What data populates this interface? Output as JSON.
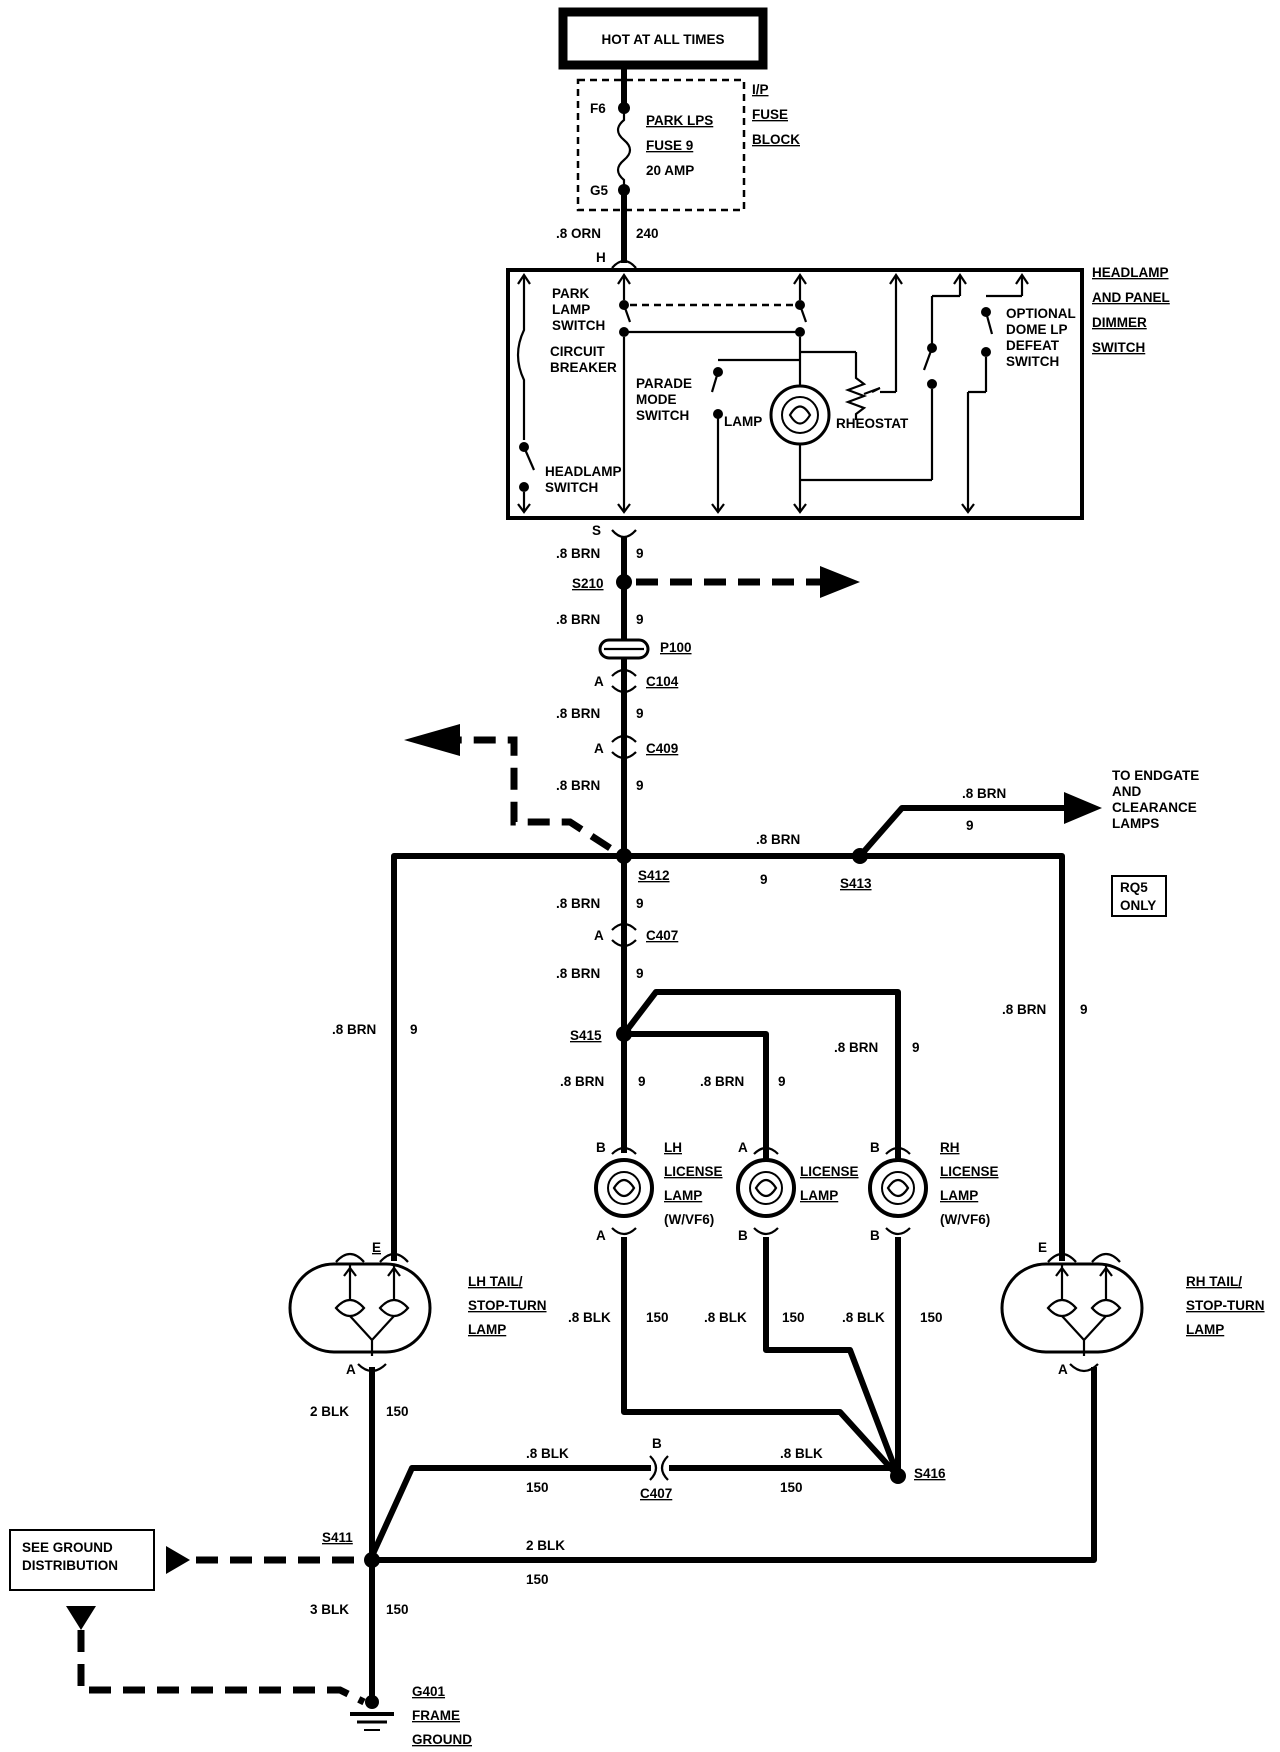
{
  "power_source": "HOT AT ALL TIMES",
  "fuse_block": {
    "name_lines": [
      "I/P",
      "FUSE",
      "BLOCK"
    ],
    "terminal_in": "F6",
    "terminal_out": "G5",
    "fuse_lines": [
      "PARK LPS",
      "FUSE 9",
      "20 AMP"
    ]
  },
  "wire_gauges": {
    "orn": ".8 ORN",
    "brn": ".8 BRN",
    "blk": ".8 BLK",
    "blk2": "2 BLK",
    "blk3": "3 BLK"
  },
  "circuits": {
    "c240": "240",
    "c9": "9",
    "c150": "150"
  },
  "switch_assembly": {
    "name_lines": [
      "HEADLAMP",
      "AND PANEL",
      "DIMMER",
      "SWITCH"
    ],
    "terminal_h": "H",
    "terminal_s": "S",
    "park_lamp_switch": [
      "PARK",
      "LAMP",
      "SWITCH"
    ],
    "circuit_breaker": [
      "CIRCUIT",
      "BREAKER"
    ],
    "parade_mode_switch": [
      "PARADE",
      "MODE",
      "SWITCH"
    ],
    "lamp": "LAMP",
    "rheostat": "RHEOSTAT",
    "dome_switch": [
      "OPTIONAL",
      "DOME LP",
      "DEFEAT",
      "SWITCH"
    ],
    "headlamp_switch": [
      "HEADLAMP",
      "SWITCH"
    ]
  },
  "splices": {
    "s210": "S210",
    "s412": "S412",
    "s413": "S413",
    "s415": "S415",
    "s416": "S416",
    "s411": "S411"
  },
  "connectors": {
    "p100": "P100",
    "c104": "C104",
    "c409": "C409",
    "c407": "C407",
    "pin_a": "A",
    "pin_b": "B",
    "pin_e": "E"
  },
  "endgate": [
    "TO ENDGATE",
    "AND",
    "CLEARANCE",
    "LAMPS"
  ],
  "rq5": [
    "RQ5",
    "ONLY"
  ],
  "lamps": {
    "lh_license": [
      "LH",
      "LICENSE",
      "LAMP",
      "(W/VF6)"
    ],
    "license": [
      "LICENSE",
      "LAMP"
    ],
    "rh_license": [
      "RH",
      "LICENSE",
      "LAMP",
      "(W/VF6)"
    ],
    "lh_tail": [
      "LH TAIL/",
      "STOP-TURN",
      "LAMP"
    ],
    "rh_tail": [
      "RH TAIL/",
      "STOP-TURN",
      "LAMP"
    ]
  },
  "ground": {
    "see_ground": [
      "SEE GROUND",
      "DISTRIBUTION"
    ],
    "g401": [
      "G401",
      "FRAME",
      "GROUND"
    ]
  }
}
